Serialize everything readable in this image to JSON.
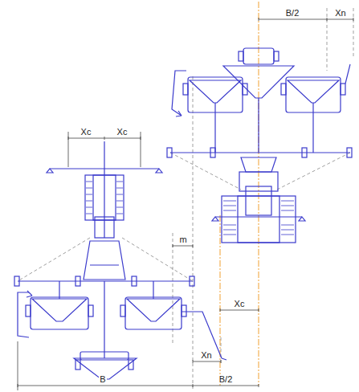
{
  "diagram": {
    "labels": [
      "B/2",
      "Xn",
      "Xc",
      "Xc",
      "m",
      "Xc",
      "Xn",
      "B",
      "B/2"
    ]
  }
}
